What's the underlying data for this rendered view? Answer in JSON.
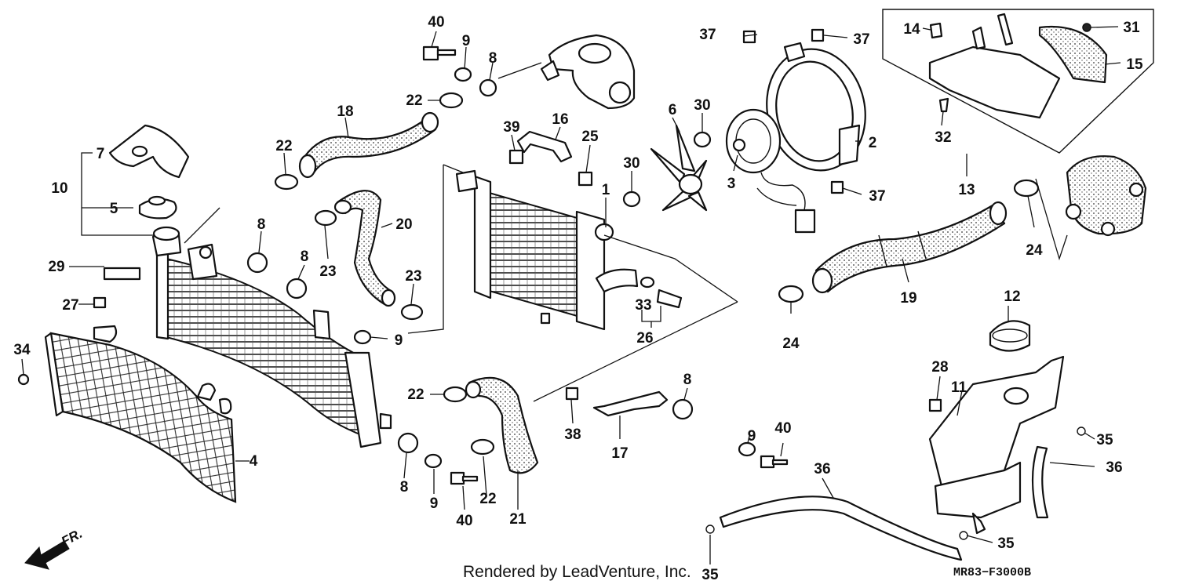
{
  "diagram": {
    "credit": "Rendered by LeadVenture, Inc.",
    "diagram_code": "MR83−F3000B",
    "direction_label": "FR.",
    "callouts": [
      "40",
      "9",
      "8",
      "22",
      "18",
      "22",
      "7",
      "10",
      "5",
      "29",
      "27",
      "34",
      "8",
      "23",
      "8",
      "20",
      "23",
      "9",
      "39",
      "16",
      "25",
      "1",
      "6",
      "30",
      "30",
      "3",
      "37",
      "37",
      "2",
      "37",
      "14",
      "31",
      "15",
      "32",
      "13",
      "24",
      "19",
      "24",
      "33",
      "26",
      "12",
      "28",
      "11",
      "35",
      "36",
      "36",
      "35",
      "35",
      "4",
      "22",
      "8",
      "9",
      "40",
      "22",
      "21",
      "38",
      "17",
      "8",
      "9",
      "40"
    ]
  }
}
